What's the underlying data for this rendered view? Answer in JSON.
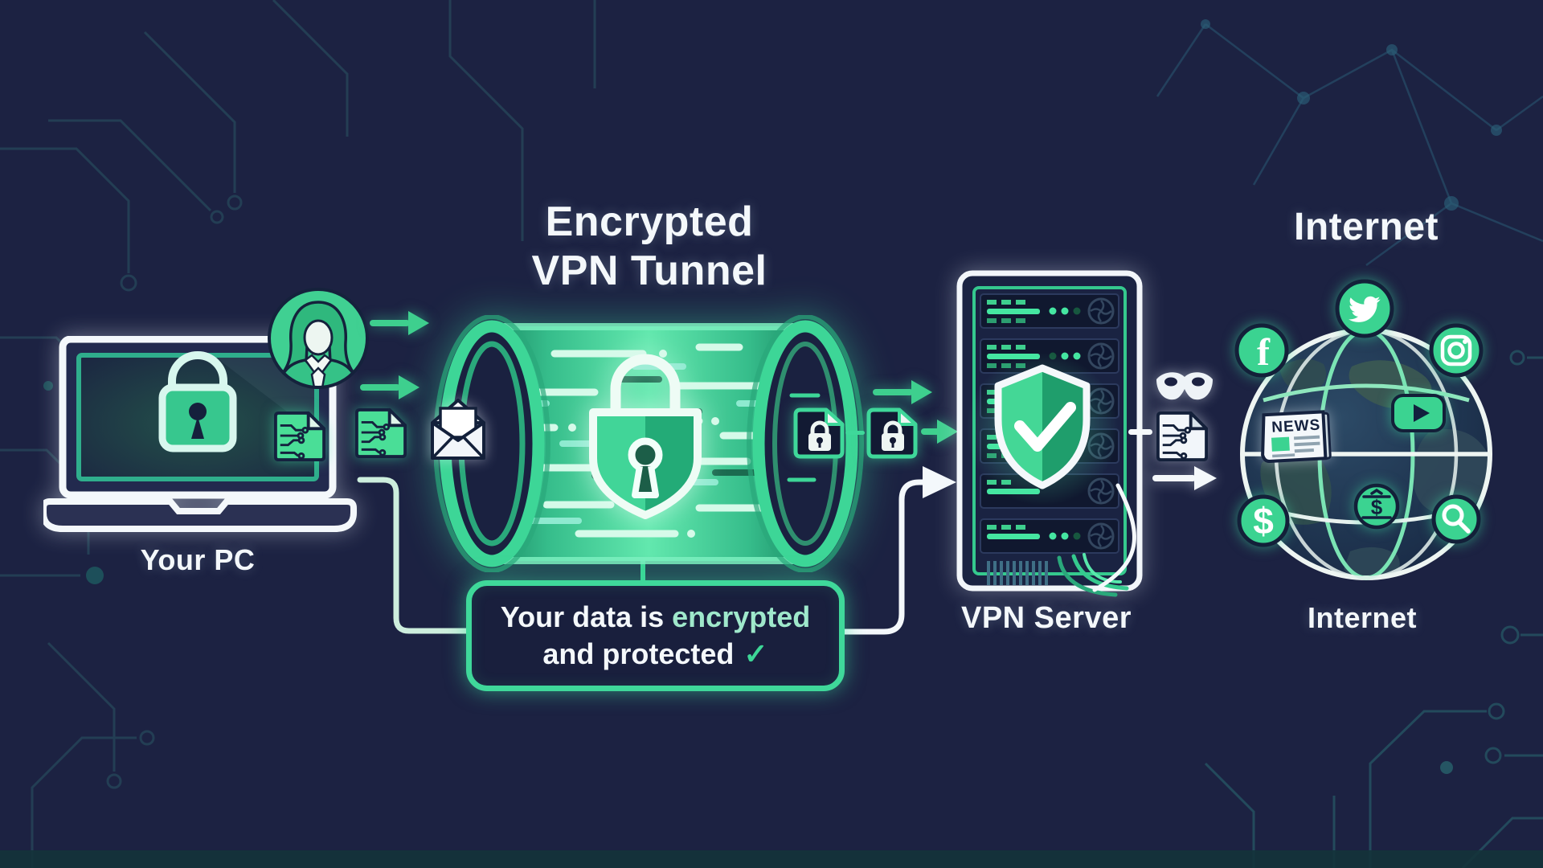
{
  "titles": {
    "encrypted_tunnel_line1": "Encrypted",
    "encrypted_tunnel_line2": "VPN Tunnel",
    "internet_header": "Internet"
  },
  "labels": {
    "pc": "Your PC",
    "vpn_server": "VPN Server",
    "internet": "Internet"
  },
  "callout": {
    "line1_prefix": "Your data is",
    "line1_highlight": "encrypted",
    "line2_text": "and protected",
    "checkmark": "✓"
  },
  "globe_icons": {
    "news_label": "NEWS",
    "facebook_glyph": "f",
    "dollar_glyph": "$",
    "bank_glyph": "$"
  },
  "colors": {
    "background": "#1c2242",
    "accent_green": "#3dd697",
    "bright_green": "#57e7ab",
    "pale_mint": "#cdeedd",
    "white": "#f4f8fb",
    "navy_dark": "#141c36"
  }
}
